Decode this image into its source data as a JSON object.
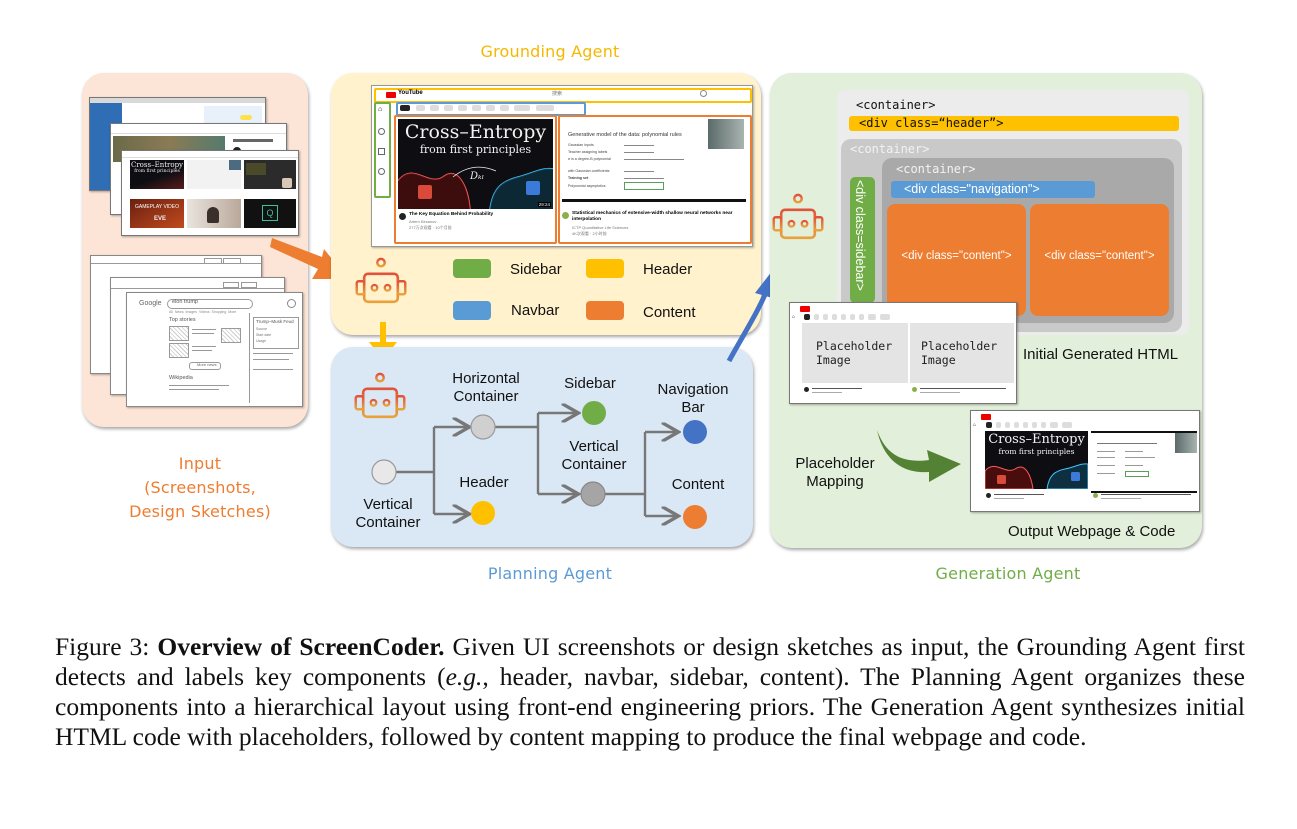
{
  "colors": {
    "input_panel": "#fce4d6",
    "grounding_panel": "#fff2cc",
    "planning_panel": "#dae8f5",
    "generation_panel": "#e2efda",
    "sidebar": "#70ad47",
    "header": "#ffc000",
    "navbar": "#5b9bd5",
    "content": "#ed7d31",
    "navigation_node": "#4472c4",
    "grounding_title": "#f5b800",
    "planning_title": "#5b9bd5",
    "generation_title": "#70ad47",
    "input_title": "#ed7d31"
  },
  "titles": {
    "grounding": "Grounding Agent",
    "planning": "Planning Agent",
    "generation": "Generation Agent",
    "input_line1": "Input",
    "input_line2": "(Screenshots,",
    "input_line3": "Design Sketches)"
  },
  "icons": {
    "robot": "robot-icon",
    "arrow_orange": "arrow-orange-icon",
    "arrow_yellow": "arrow-down-yellow-icon",
    "arrow_blue": "arrow-blue-icon",
    "arrow_green": "arrow-curved-green-icon"
  },
  "grounding": {
    "screenshot": {
      "logo": "YouTube",
      "search_text": "搜索",
      "thumb1_title_line1": "Cross–Entropy",
      "thumb1_title_line2": "from first principles",
      "thumb1_symbol": "Dₖₗ",
      "thumb1_duration": "29:24",
      "video1_title": "The Key Equation Behind Probability",
      "video1_channel": "Artem Kirsanov",
      "video1_meta": "277万次观看 · 10个月前",
      "thumb2_heading": "Generative model of the data: polynomial rules",
      "thumb2_rows": [
        "Gaussian inputs",
        "Teacher assigning labels",
        "σ is a degree-B polynomial",
        "with Gaussian coefficients",
        "Training set",
        "Polynomial asymptotics"
      ],
      "video2_title": "Statistical mechanics of extensive-width shallow neural networks near interpolation",
      "video2_channel": "ICTP Quantitative Life Sciences",
      "video2_meta": "4K次观看 · 2小时前"
    },
    "legend": [
      {
        "label": "Sidebar",
        "color": "#70ad47"
      },
      {
        "label": "Header",
        "color": "#ffc000"
      },
      {
        "label": "Navbar",
        "color": "#5b9bd5"
      },
      {
        "label": "Content",
        "color": "#ed7d31"
      }
    ]
  },
  "planning": {
    "nodes": {
      "root": "Vertical Container",
      "horizontal": "Horizontal Container",
      "header": "Header",
      "sidebar": "Sidebar",
      "vertical2": "Vertical Container",
      "navigation": "Navigation Bar",
      "content": "Content"
    }
  },
  "generation": {
    "code": {
      "outer_container": "<container>",
      "header_div": "<div class=“header”>",
      "middle_container": "<container>",
      "inner_container": "<container>",
      "navigation_div": "<div class=\"navigation\">",
      "sidebar_div": "<div class=sidebar>",
      "content_div_1": "<div class=\"content\">",
      "content_div_2": "<div class=\"content\">"
    },
    "placeholder_1_line1": "Placeholder",
    "placeholder_1_line2": "Image",
    "placeholder_2_line1": "Placeholder",
    "placeholder_2_line2": "Image",
    "initial_label": "Initial Generated HTML",
    "mapping_label_line1": "Placeholder",
    "mapping_label_line2": "Mapping",
    "output_label": "Output Webpage & Code",
    "output_thumb_line1": "Cross–Entropy",
    "output_thumb_line2": "from first principles"
  },
  "input": {
    "sketch_logo": "Google",
    "sketch_search": "elon trump",
    "sketch_tabs": "All  News  Images  Videos  Shopping  More",
    "sketch_section": "Top stories",
    "sketch_more": "More news",
    "sketch_wiki": "Wikipedia",
    "sketch_panel_title": "Trump–Musk Feud",
    "sketch_panel_rows": [
      "Source",
      "Start date",
      "Usage"
    ],
    "shot_game_text": "GAMEPLAY VIDEO",
    "shot_game_logo": "EVE",
    "shot_ce_line1": "Cross–Entropy",
    "shot_ce_line2": "from first principles",
    "shot_q": "Q"
  },
  "caption": {
    "figure_label": "Figure 3: ",
    "bold_title": "Overview of ScreenCoder.",
    "text_part1": " Given UI screenshots or design sketches as input, the Grounding Agent first detects and labels key components (",
    "italic_eg": "e.g.",
    "text_part2": ", header, navbar, sidebar, content). The Planning Agent organizes these components into a hierarchical layout using front-end engineering priors. The Generation Agent synthesizes initial HTML code with placeholders, followed by content mapping to produce the final webpage and code."
  }
}
